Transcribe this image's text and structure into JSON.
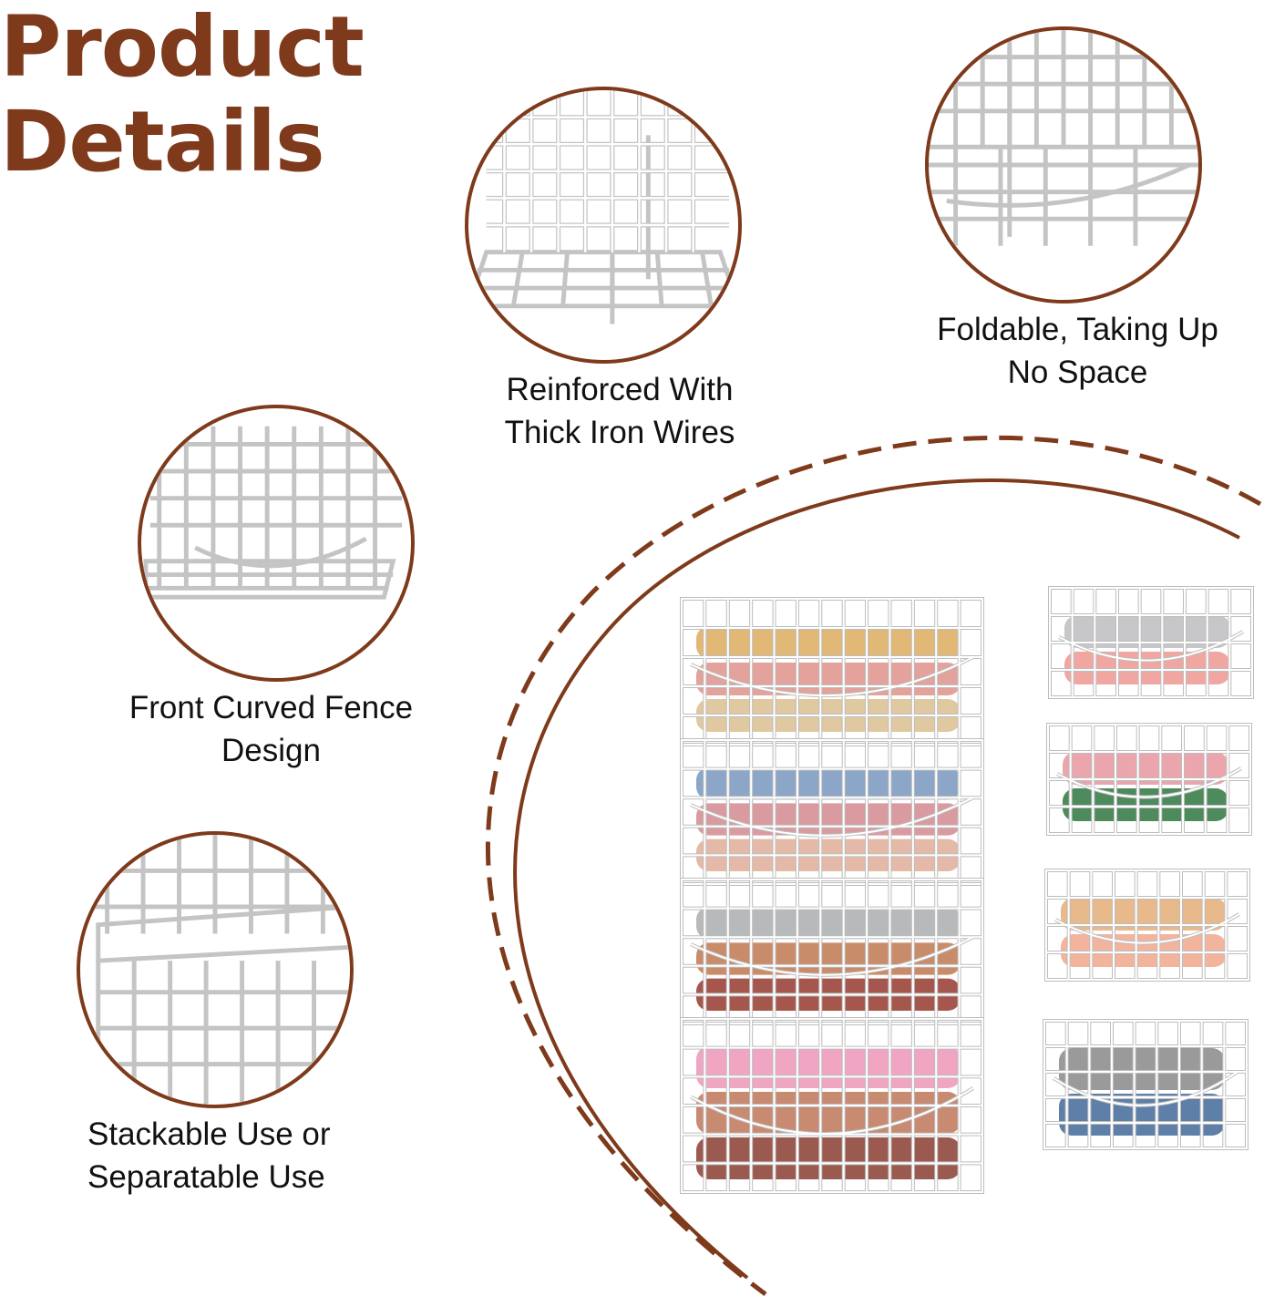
{
  "heading": {
    "line1": "Product",
    "line2": "Details"
  },
  "features": [
    {
      "line1": "Reinforced With",
      "line2": "Thick Iron Wires",
      "icon": "reinforced-wire-basket-closeup"
    },
    {
      "line1": "Foldable, Taking Up",
      "line2": "No Space",
      "icon": "folded-side-panel-closeup"
    },
    {
      "line1": "Front Curved Fence",
      "line2": "Design",
      "icon": "curved-front-fence-closeup"
    },
    {
      "line1": "Stackable Use or",
      "line2": "Separatable Use",
      "icon": "stacked-baskets-closeup"
    }
  ],
  "colors": {
    "accent": "#7e3a1b",
    "text": "#111111",
    "wire": "#ffffff",
    "wire_shadow": "#b9b9b9"
  },
  "product": {
    "stack_count": 4,
    "separate_count": 4,
    "stack_clothes": [
      [
        "#e2b877",
        "#e3a29b",
        "#e0c8a0"
      ],
      [
        "#8ba6c6",
        "#d99aa0",
        "#e4b9a7"
      ],
      [
        "#b7b9bb",
        "#c98c6b",
        "#a5574d"
      ],
      [
        "#f0a5c3",
        "#c88a70",
        "#9a5a4f"
      ]
    ],
    "separate_clothes": [
      [
        "#c7c7c9",
        "#f1a7a1"
      ],
      [
        "#eaa6ac",
        "#4d8a5c"
      ],
      [
        "#e8b98a",
        "#f3b49d"
      ],
      [
        "#9a9a9a",
        "#5e7fa8"
      ]
    ]
  }
}
